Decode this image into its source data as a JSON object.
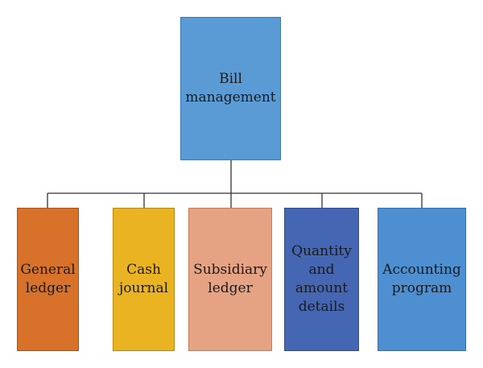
{
  "diagram": {
    "root": {
      "label": "Bill\nmanagement",
      "color": "#5b9bd5"
    },
    "children": [
      {
        "label": "General\nledger",
        "color": "#d8712a"
      },
      {
        "label": "Cash\njournal",
        "color": "#e9b321"
      },
      {
        "label": "Subsidiary\nledger",
        "color": "#e6a384"
      },
      {
        "label": "Quantity\nand\namount\ndetails",
        "color": "#4566b2"
      },
      {
        "label": "Accounting\nprogram",
        "color": "#4d8fd1"
      }
    ],
    "connector_color": "#333333"
  }
}
